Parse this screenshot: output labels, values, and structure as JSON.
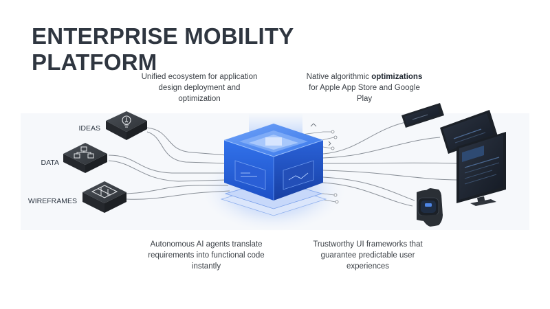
{
  "title": {
    "line1": "ENTERPRISE MOBILITY",
    "line2": "PLATFORM"
  },
  "captions": {
    "top_left": "Unified ecosystem for application design deployment and optimization",
    "top_right_pre": "Native algorithmic ",
    "top_right_bold": "optimizations",
    "top_right_post": " for Apple App Store and Google Play",
    "bottom_left": "Autonomous AI agents translate requirements into functional code instantly",
    "bottom_right": "Trustworthy UI frameworks that guarantee predictable user experiences"
  },
  "inputs": [
    {
      "label": "IDEAS",
      "icon": "lightbulb-icon"
    },
    {
      "label": "DATA",
      "icon": "flowchart-icon"
    },
    {
      "label": "WIREFRAMES",
      "icon": "wireframe-icon"
    }
  ],
  "outputs": [
    {
      "icon": "smartphone-icon"
    },
    {
      "icon": "tablet-icon"
    },
    {
      "icon": "desktop-monitor-icon"
    },
    {
      "icon": "smartwatch-icon"
    }
  ],
  "colors": {
    "core_blue": "#2d6be6",
    "core_light": "#5b95f5",
    "core_dark": "#1a47b5",
    "tile_dark": "#3a3e44",
    "line": "#8a9098"
  }
}
